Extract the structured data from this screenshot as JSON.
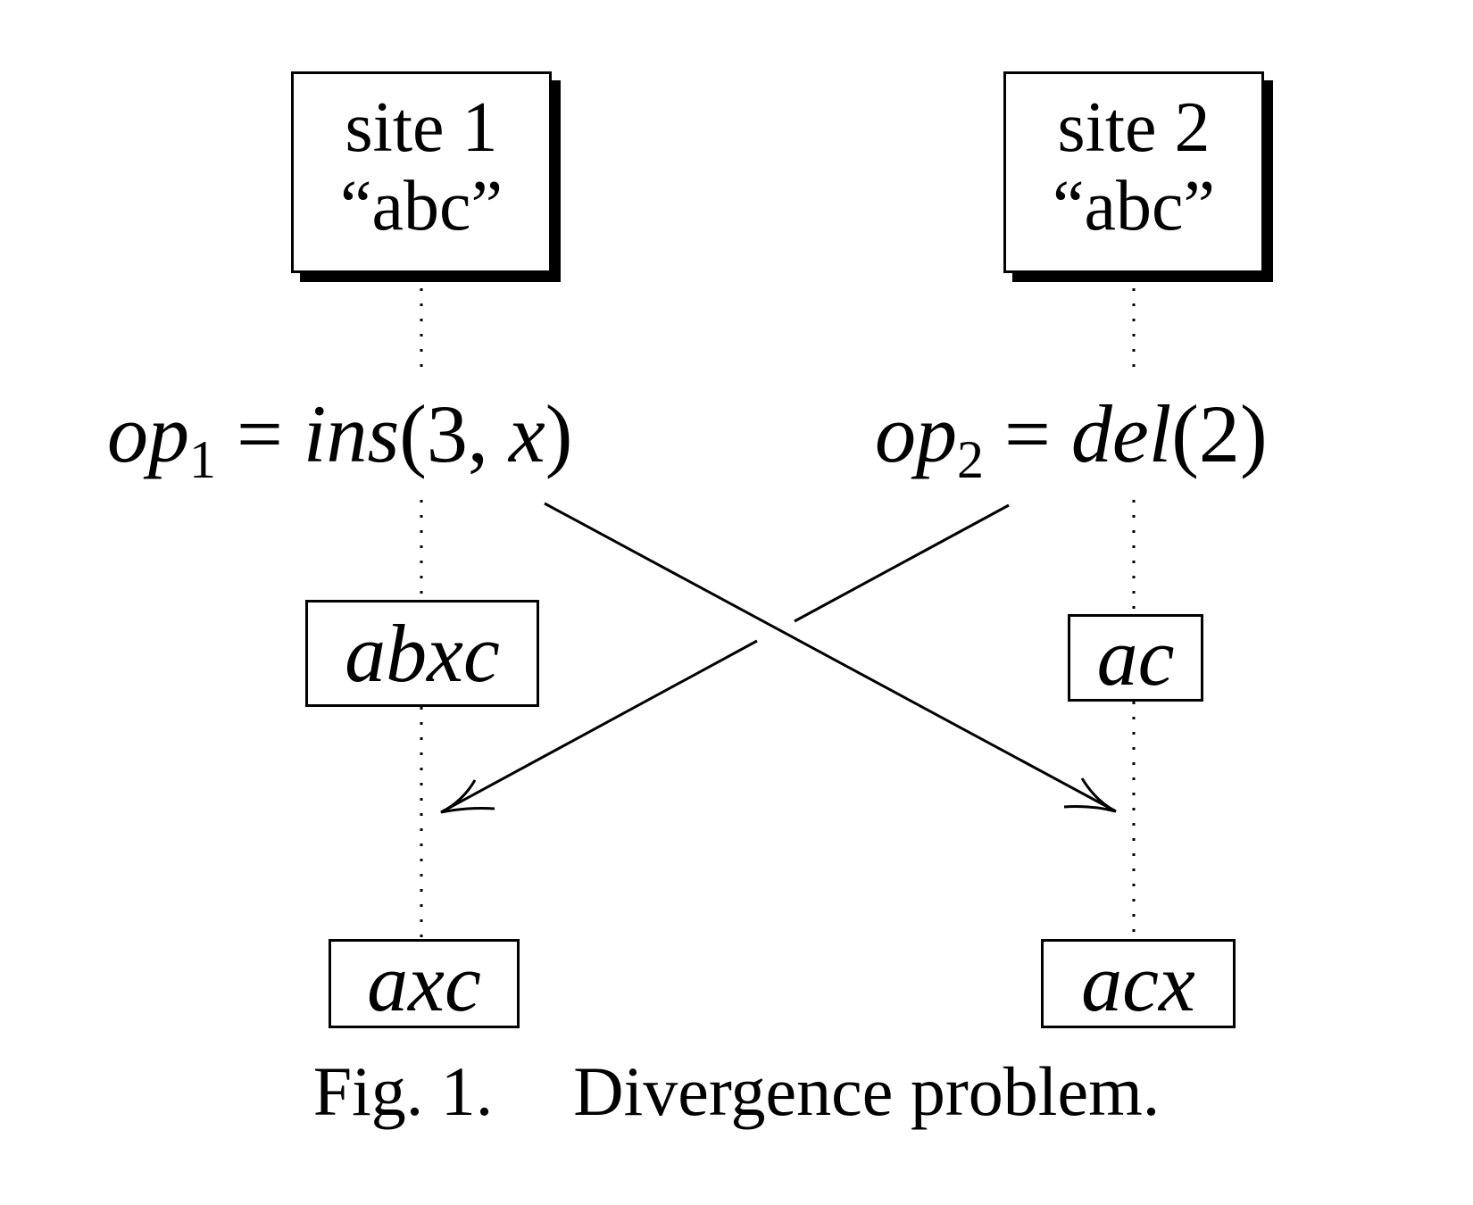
{
  "sites": [
    {
      "name": "site 1",
      "initial": "“abc”"
    },
    {
      "name": "site 2",
      "initial": "“abc”"
    }
  ],
  "operations": [
    {
      "name": "op",
      "sub": "1",
      "eq": " = ",
      "fn": "ins",
      "args": "(3, ",
      "arg_var": "x",
      "close": ")"
    },
    {
      "name": "op",
      "sub": "2",
      "eq": " = ",
      "fn": "del",
      "args": "(2",
      "arg_var": "",
      "close": ")"
    }
  ],
  "states": {
    "site1_after_local": "abxc",
    "site1_final": "axc",
    "site2_after_local": "ac",
    "site2_final": "acx"
  },
  "caption": {
    "number": "Fig. 1.",
    "text": "Divergence problem."
  }
}
